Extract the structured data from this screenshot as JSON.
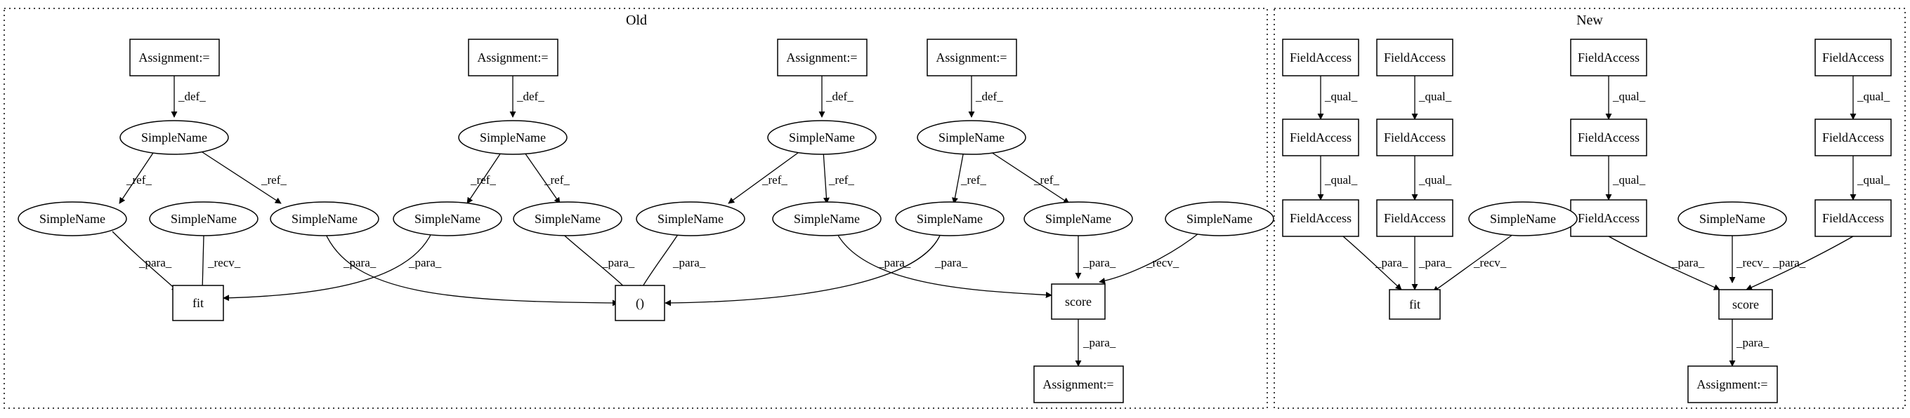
{
  "panels": {
    "old": {
      "title": "Old"
    },
    "new": {
      "title": "New"
    }
  },
  "nodes": {
    "o_a1": "Assignment:=",
    "o_a2": "Assignment:=",
    "o_a3": "Assignment:=",
    "o_a4": "Assignment:=",
    "o_s1": "SimpleName",
    "o_s2": "SimpleName",
    "o_s3": "SimpleName",
    "o_s4": "SimpleName",
    "o_l1": "SimpleName",
    "o_l2": "SimpleName",
    "o_l3": "SimpleName",
    "o_l4": "SimpleName",
    "o_l5": "SimpleName",
    "o_l6": "SimpleName",
    "o_l7": "SimpleName",
    "o_l8": "SimpleName",
    "o_l9": "SimpleName",
    "o_l10": "SimpleName",
    "o_fit": "fit",
    "o_paren": "()",
    "o_score": "score",
    "o_a5": "Assignment:=",
    "n_f1": "FieldAccess",
    "n_f2": "FieldAccess",
    "n_f3": "FieldAccess",
    "n_f4": "FieldAccess",
    "n_g1": "FieldAccess",
    "n_g2": "FieldAccess",
    "n_g3": "FieldAccess",
    "n_g4": "FieldAccess",
    "n_h1": "FieldAccess",
    "n_h2": "FieldAccess",
    "n_h3": "FieldAccess",
    "n_h4": "FieldAccess",
    "n_sn1": "SimpleName",
    "n_sn2": "SimpleName",
    "n_fit": "fit",
    "n_score": "score",
    "n_a": "Assignment:="
  },
  "edge_labels": {
    "def": "_def_",
    "ref": "_ref_",
    "para": "_para_",
    "recv": "_recv_",
    "qual": "_qual_"
  }
}
